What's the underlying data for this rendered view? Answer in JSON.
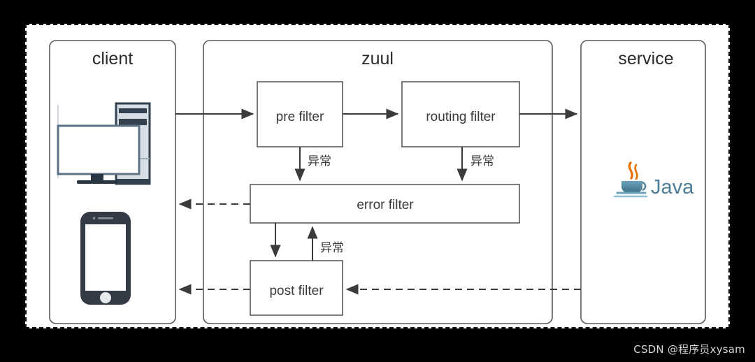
{
  "diagram": {
    "title_watermark": "CSDN @程序员xysam",
    "groups": [
      {
        "id": "client",
        "label": "client"
      },
      {
        "id": "zuul",
        "label": "zuul"
      },
      {
        "id": "service",
        "label": "service"
      }
    ],
    "nodes": [
      {
        "id": "pre",
        "label": "pre filter"
      },
      {
        "id": "routing",
        "label": "routing filter"
      },
      {
        "id": "error",
        "label": "error filter"
      },
      {
        "id": "post",
        "label": "post filter"
      }
    ],
    "edge_labels": {
      "pre_to_error": "异常",
      "routing_to_error": "异常",
      "post_to_error": "异常"
    },
    "icons": {
      "desktop": "desktop-computer-icon",
      "phone": "mobile-phone-icon",
      "java": "java-logo-icon"
    },
    "java_logo_text": "Java",
    "colors": {
      "stroke": "#3b3b3b",
      "box_stroke": "#5a5a5a",
      "text": "#3a3a3a",
      "canvas": "#ffffff",
      "backdrop": "#000000",
      "java_blue": "#4E7E96",
      "java_orange": "#E76F00",
      "watermark": "#d8d8d8"
    }
  }
}
